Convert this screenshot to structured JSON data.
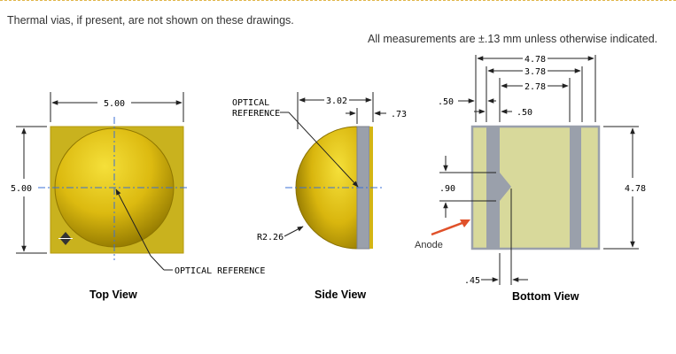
{
  "notes": {
    "thermal_vias": "Thermal vias, if present, are not shown on these drawings.",
    "tolerance": "All measurements are ±.13 mm unless otherwise indicated."
  },
  "top_view": {
    "caption": "Top View",
    "width_dim": "5.00",
    "height_dim": "5.00",
    "callout": "OPTICAL REFERENCE"
  },
  "side_view": {
    "caption": "Side View",
    "height_dim": "3.02",
    "substrate_dim": ".73",
    "radius_dim": "R2.26",
    "callout_line1": "OPTICAL",
    "callout_line2": "REFERENCE"
  },
  "bottom_view": {
    "caption": "Bottom View",
    "dim_478_w": "4.78",
    "dim_378": "3.78",
    "dim_278": "2.78",
    "dim_50_top": ".50",
    "dim_50_inner": ".50",
    "dim_90": ".90",
    "dim_478_h": "4.78",
    "dim_45": ".45",
    "anode_label": "Anode"
  },
  "colors": {
    "lens": "#e2c014",
    "lens_dark": "#9c8100",
    "package": "#c9b21e",
    "pad": "#d8d99b",
    "stripe": "#9aa0ab",
    "arrow": "#e0512a"
  }
}
